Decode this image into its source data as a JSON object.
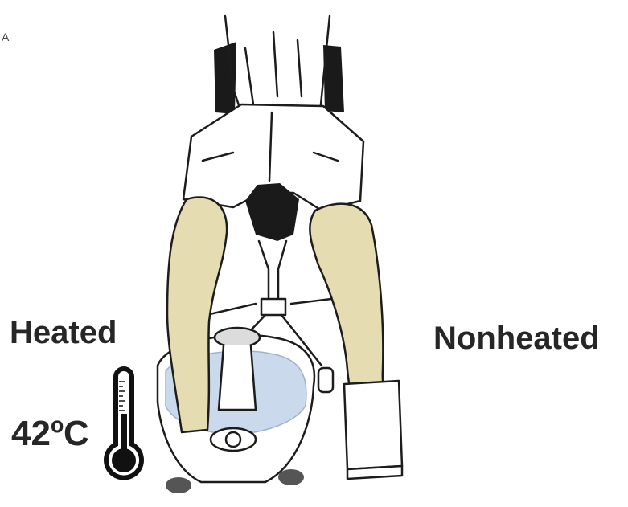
{
  "panel_mark": "A",
  "labels": {
    "heated": "Heated",
    "nonheated": "Nonheated",
    "temperature": "42ºC"
  },
  "icons": {
    "thermometer": "thermometer-icon"
  },
  "colors": {
    "skin": "#e5dcb2",
    "water": "#cbd9ec",
    "outline": "#1c1c1c",
    "dark": "#1a1a1a",
    "text": "#262626"
  }
}
